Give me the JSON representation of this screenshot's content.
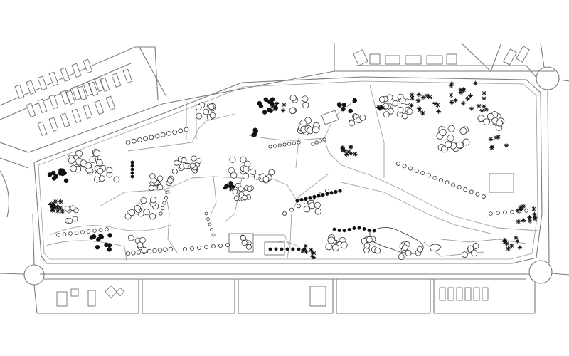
{
  "map": {
    "kind": "urban park site plan (line drawing, no printed text)",
    "colors": {
      "line": "#7a7a7a",
      "tree_dark": "#111111",
      "tree_outline": "#333333",
      "background": "#ffffff"
    },
    "symbols": [
      "deciduous-tree",
      "conifer-tree",
      "star-shrub",
      "dark-tree",
      "pond",
      "parking-stall",
      "building"
    ]
  }
}
